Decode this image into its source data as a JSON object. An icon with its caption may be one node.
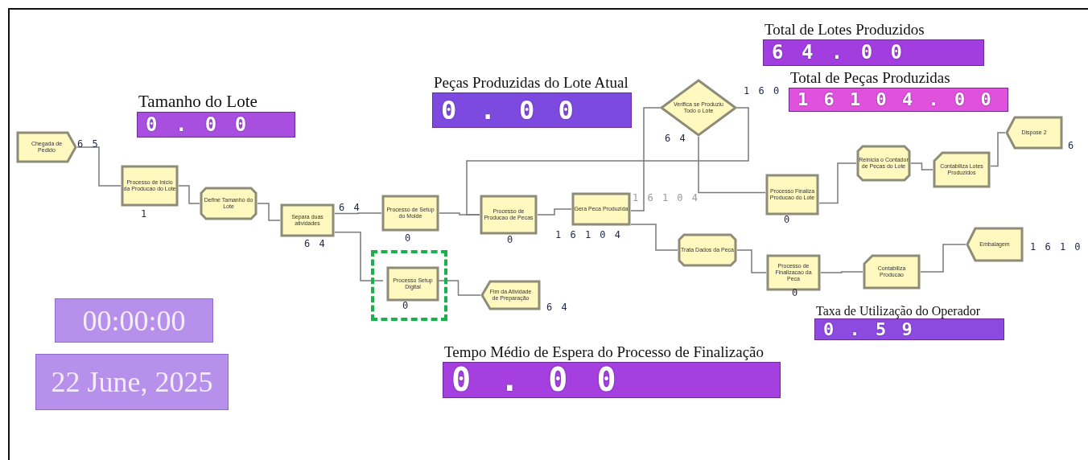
{
  "diagram": {
    "nodes": [
      {
        "text": [
          "Chegada de Pedido"
        ],
        "beside": [
          "6 5"
        ]
      },
      {
        "text": [
          "Processo de Inicio da Producao do Lote"
        ],
        "beside": [
          "1"
        ]
      },
      {
        "text": [
          "Define Tamanho do Lote"
        ]
      },
      {
        "text": [
          "Separa duas atividades"
        ],
        "beside": [
          "6 4",
          "6 4"
        ]
      },
      {
        "text": [
          "Processo de Setup do Molde"
        ],
        "beside": [
          "0"
        ]
      },
      {
        "text": [],
        "shape": "box"
      },
      {
        "text": [
          "Processo Setup Digital"
        ],
        "in": 5,
        "beside": [
          "0"
        ]
      },
      {
        "text": [
          "Fim da Atividade de Preparação"
        ],
        "beside": [
          "6 4"
        ]
      },
      {
        "text": [
          "Processo de Producao de Pecas"
        ],
        "beside": [
          "0"
        ]
      },
      {
        "text": [
          "Gera Peca Produzida"
        ],
        "beside": [
          "1 6 1 0 4",
          "1 6 1 0 4"
        ]
      },
      {
        "text": [
          "Verifica se Produziu Todo o Lote"
        ],
        "beside": [
          "1 6 0",
          "6 4"
        ]
      },
      {
        "text": [
          "Processo Finaliza Producao do Lote"
        ],
        "beside": [
          "0"
        ]
      },
      {
        "text": [
          "Reinicia o Contador de Pecas do Lote"
        ]
      },
      {
        "text": [
          "Contabiliza Lotes Produzidos"
        ]
      },
      {
        "text": [
          "Dispose 2"
        ],
        "beside": [
          "6"
        ]
      },
      {
        "text": [
          "Trata Dados da Peca"
        ]
      },
      {
        "text": [
          "Processo de Finalizacao da Peca"
        ],
        "beside": [
          "0"
        ]
      },
      {
        "text": [
          "Contabiliza Producao"
        ]
      },
      {
        "text": [
          "Embalagem"
        ],
        "beside": [
          "1 6 1 0"
        ]
      },
      {
        "text": [
          "Tamanho do Lote",
          "0 . 0 0"
        ]
      },
      {
        "text": [
          "Peças Produzidas do Lote Atual",
          "0 . 0 0"
        ]
      },
      {
        "text": [
          "Total de Lotes Produzidos",
          "6 4 . 0 0"
        ]
      },
      {
        "text": [
          "Total de Peças Produzidas",
          "1 6 1 0 4 . 0 0"
        ]
      },
      {
        "text": [
          "Taxa de Utilização do Operador",
          "0 . 5 9"
        ]
      },
      {
        "text": [
          "Tempo Médio de Espera do Processo de Finalização",
          "0 . 0 0"
        ]
      },
      {
        "text": [
          "00:00:00"
        ]
      },
      {
        "text": [
          "22 June, 2025"
        ]
      }
    ],
    "edges": [
      {
        "from": 0,
        "to": 1,
        "arrow": "none"
      },
      {
        "from": 1,
        "to": 2,
        "arrow": "none"
      },
      {
        "from": 2,
        "to": 3,
        "arrow": "none"
      },
      {
        "from": 3,
        "to": 4,
        "arrow": "none"
      },
      {
        "from": 3,
        "to": 6,
        "arrow": "none"
      },
      {
        "from": 6,
        "to": 7,
        "arrow": "none"
      },
      {
        "from": 4,
        "to": 8,
        "arrow": "none"
      },
      {
        "from": 8,
        "to": 9,
        "arrow": "none"
      },
      {
        "from": 9,
        "to": 10,
        "arrow": "none"
      },
      {
        "from": 10,
        "to": 8,
        "arrow": "none"
      },
      {
        "from": 10,
        "to": 11,
        "arrow": "none"
      },
      {
        "from": 11,
        "to": 12,
        "arrow": "none"
      },
      {
        "from": 12,
        "to": 13,
        "arrow": "none"
      },
      {
        "from": 13,
        "to": 14,
        "arrow": "none"
      },
      {
        "from": 9,
        "to": 15,
        "arrow": "none"
      },
      {
        "from": 15,
        "to": 16,
        "arrow": "none"
      },
      {
        "from": 16,
        "to": 17,
        "arrow": "none"
      },
      {
        "from": 17,
        "to": 18,
        "arrow": "none"
      }
    ]
  }
}
